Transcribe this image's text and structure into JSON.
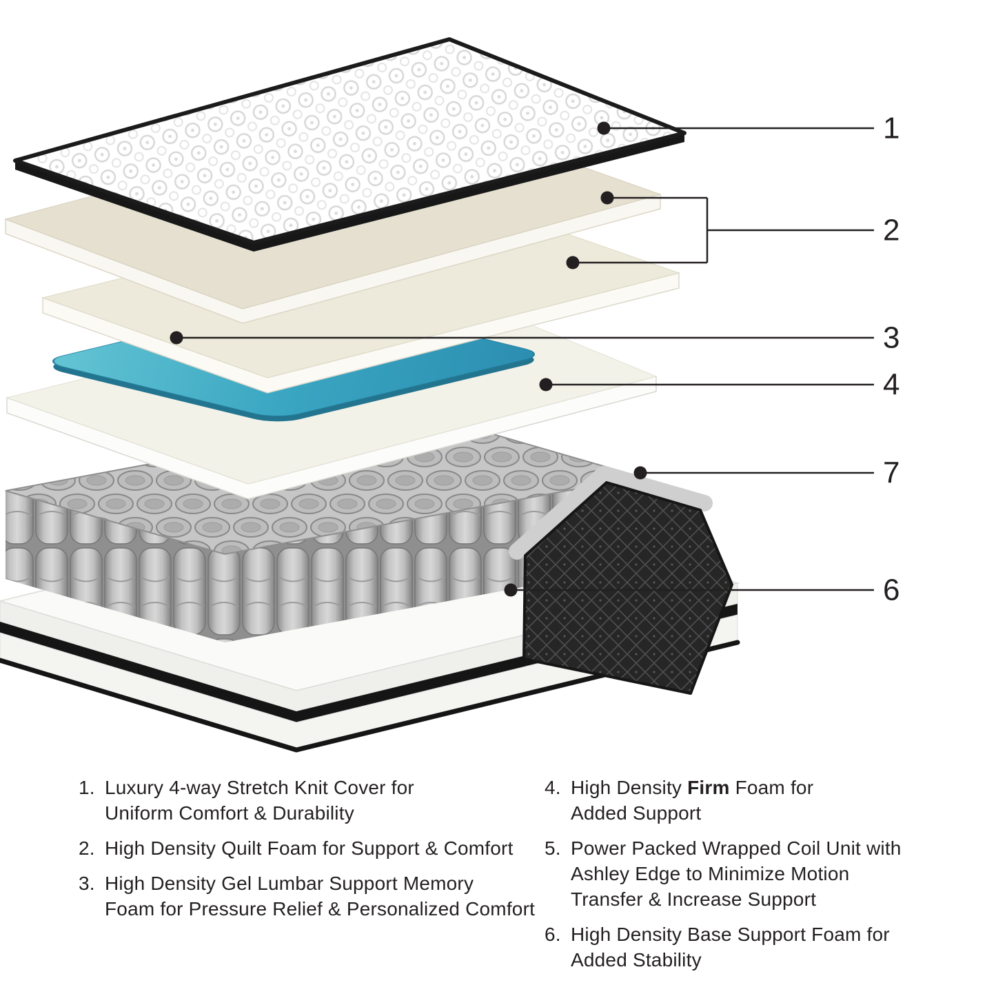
{
  "diagram": {
    "callouts": [
      {
        "label": "1"
      },
      {
        "label": "2"
      },
      {
        "label": "3"
      },
      {
        "label": "4"
      },
      {
        "label": "7"
      },
      {
        "label": "6"
      }
    ]
  },
  "legend": {
    "left": [
      {
        "num": "1.",
        "lines": [
          "Luxury 4-way Stretch Knit Cover for",
          "Uniform Comfort & Durability"
        ]
      },
      {
        "num": "2.",
        "lines": [
          "High Density Quilt Foam for Support & Comfort"
        ]
      },
      {
        "num": "3.",
        "lines": [
          "High Density Gel Lumbar Support Memory",
          "Foam for Pressure Relief & Personalized Comfort"
        ]
      }
    ],
    "right": [
      {
        "num": "4.",
        "line1": {
          "pre": "High Density ",
          "bold": "Firm",
          "post": " Foam for"
        },
        "lines2": [
          "Added Support"
        ]
      },
      {
        "num": "5.",
        "lines": [
          "Power Packed Wrapped Coil Unit with",
          "Ashley Edge to Minimize Motion",
          "Transfer & Increase Support"
        ]
      },
      {
        "num": "6.",
        "lines": [
          "High Density Base Support Foam for",
          "Added Stability"
        ]
      }
    ]
  },
  "colors": {
    "text": "#231f20",
    "callout_line": "#231f20",
    "gel_accent": "#3aa6c2",
    "coil_gray": "#b5b5b5",
    "fabric_dark": "#262626",
    "quilt_foam_cream": "#e6e0d1"
  }
}
